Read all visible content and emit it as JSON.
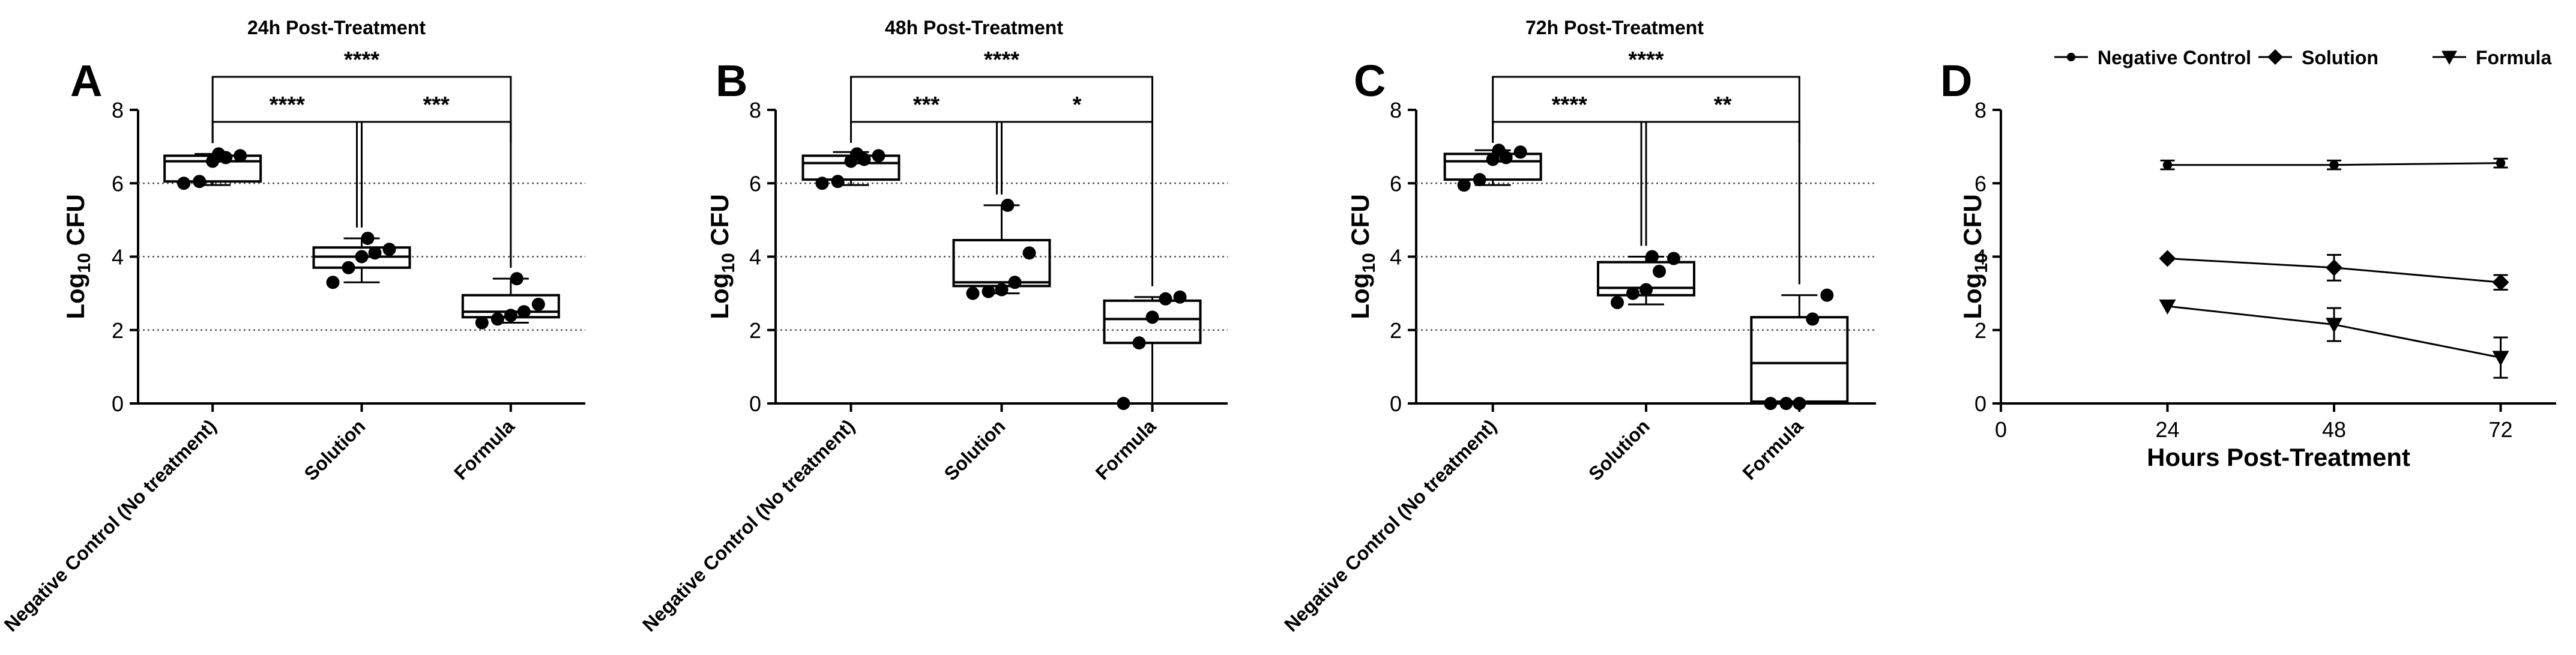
{
  "colors": {
    "ink": "#000000",
    "grid": "#555555",
    "background": "#ffffff"
  },
  "chart_data": [
    {
      "panel": "A",
      "type": "box",
      "title": "24h Post-Treatment",
      "ylabel_main": "Log",
      "ylabel_sub": "10",
      "ylabel_tail": " CFU",
      "ylim": [
        0,
        8
      ],
      "yticks": [
        "0",
        "2",
        "4",
        "6",
        "8"
      ],
      "grid": "dotted at 2, 4, 6",
      "categories": [
        "Negative Control (No treatment)",
        "Solution",
        "Formula"
      ],
      "boxes": [
        {
          "min": 5.95,
          "q1": 6.05,
          "median": 6.6,
          "q3": 6.75,
          "max": 6.8
        },
        {
          "min": 3.3,
          "q1": 3.7,
          "median": 4.0,
          "q3": 4.25,
          "max": 4.5
        },
        {
          "min": 2.2,
          "q1": 2.35,
          "median": 2.5,
          "q3": 2.95,
          "max": 3.4
        }
      ],
      "points": [
        [
          6.0,
          6.05,
          6.6,
          6.7,
          6.75,
          6.8
        ],
        [
          3.3,
          3.7,
          4.0,
          4.1,
          4.2,
          4.5
        ],
        [
          2.2,
          2.3,
          2.4,
          2.5,
          2.7,
          3.4
        ]
      ],
      "brackets": [
        {
          "from": 0,
          "to": 2,
          "label": "****",
          "level": 2
        },
        {
          "from": 0,
          "to": 1,
          "label": "****",
          "level": 1
        },
        {
          "from": 1,
          "to": 2,
          "label": "***",
          "level": 1
        }
      ]
    },
    {
      "panel": "B",
      "type": "box",
      "title": "48h Post-Treatment",
      "ylabel_main": "Log",
      "ylabel_sub": "10",
      "ylabel_tail": " CFU",
      "ylim": [
        0,
        8
      ],
      "yticks": [
        "0",
        "2",
        "4",
        "6",
        "8"
      ],
      "grid": "dotted at 2, 4, 6",
      "categories": [
        "Negative Control (No treatment)",
        "Solution",
        "Formula"
      ],
      "boxes": [
        {
          "min": 5.95,
          "q1": 6.1,
          "median": 6.55,
          "q3": 6.75,
          "max": 6.85
        },
        {
          "min": 3.0,
          "q1": 3.2,
          "median": 3.3,
          "q3": 4.45,
          "max": 5.4
        },
        {
          "min": 0.0,
          "q1": 1.65,
          "median": 2.3,
          "q3": 2.8,
          "max": 2.9
        }
      ],
      "points": [
        [
          6.0,
          6.05,
          6.6,
          6.65,
          6.75,
          6.8
        ],
        [
          3.0,
          3.05,
          3.1,
          3.3,
          4.1,
          5.4
        ],
        [
          0.0,
          1.65,
          2.35,
          2.85,
          2.9
        ]
      ],
      "brackets": [
        {
          "from": 0,
          "to": 2,
          "label": "****",
          "level": 2
        },
        {
          "from": 0,
          "to": 1,
          "label": "***",
          "level": 1
        },
        {
          "from": 1,
          "to": 2,
          "label": "*",
          "level": 1
        }
      ]
    },
    {
      "panel": "C",
      "type": "box",
      "title": "72h Post-Treatment",
      "ylabel_main": "Log",
      "ylabel_sub": "10",
      "ylabel_tail": " CFU",
      "ylim": [
        0,
        8
      ],
      "yticks": [
        "0",
        "2",
        "4",
        "6",
        "8"
      ],
      "grid": "dotted at 2, 4, 6",
      "categories": [
        "Negative Control (No treatment)",
        "Solution",
        "Formula"
      ],
      "boxes": [
        {
          "min": 5.95,
          "q1": 6.1,
          "median": 6.6,
          "q3": 6.8,
          "max": 6.9
        },
        {
          "min": 2.7,
          "q1": 2.95,
          "median": 3.15,
          "q3": 3.85,
          "max": 4.0
        },
        {
          "min": 0.0,
          "q1": 0.05,
          "median": 1.1,
          "q3": 2.35,
          "max": 2.95
        }
      ],
      "points": [
        [
          5.95,
          6.1,
          6.65,
          6.7,
          6.85,
          6.9
        ],
        [
          2.75,
          3.0,
          3.1,
          3.6,
          3.95,
          4.0
        ],
        [
          0.0,
          0.0,
          0.0,
          2.3,
          2.95
        ]
      ],
      "brackets": [
        {
          "from": 0,
          "to": 2,
          "label": "****",
          "level": 2
        },
        {
          "from": 0,
          "to": 1,
          "label": "****",
          "level": 1
        },
        {
          "from": 1,
          "to": 2,
          "label": "**",
          "level": 1
        }
      ]
    },
    {
      "panel": "D",
      "type": "line",
      "xlabel": "Hours Post-Treatment",
      "ylabel_main": "Log",
      "ylabel_sub": "10",
      "ylabel_tail": " CFU",
      "xlim": [
        0,
        80
      ],
      "ylim": [
        0,
        8
      ],
      "xticks": [
        "0",
        "24",
        "48",
        "72"
      ],
      "yticks": [
        "0",
        "2",
        "4",
        "6",
        "8"
      ],
      "grid": "none",
      "legend_position": "top",
      "x": [
        24,
        48,
        72
      ],
      "series": [
        {
          "name": "Negative Control",
          "marker": "dot",
          "values": [
            6.5,
            6.5,
            6.55
          ],
          "errors": [
            0.12,
            0.12,
            0.12
          ]
        },
        {
          "name": "Solution",
          "marker": "diamond",
          "values": [
            3.95,
            3.7,
            3.3
          ],
          "errors": [
            0.0,
            0.35,
            0.2
          ]
        },
        {
          "name": "Formula",
          "marker": "triangle-down",
          "values": [
            2.65,
            2.15,
            1.25
          ],
          "errors": [
            0.0,
            0.45,
            0.55
          ]
        }
      ]
    }
  ]
}
